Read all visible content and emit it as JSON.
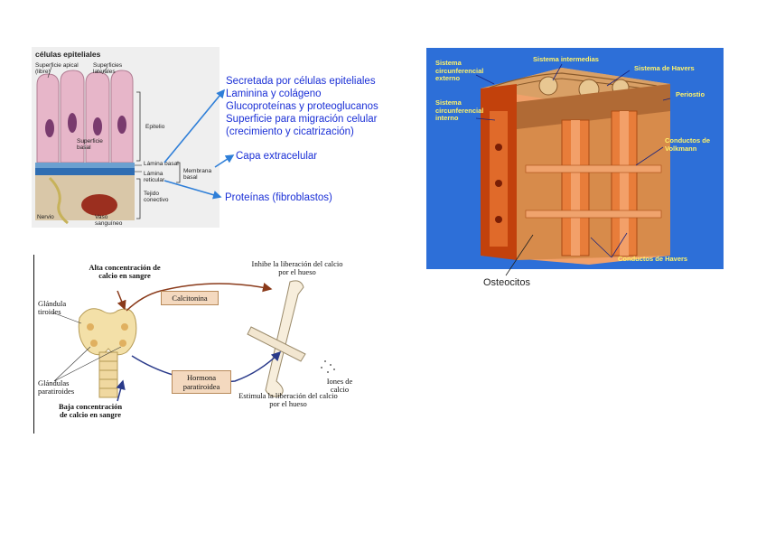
{
  "epithelial": {
    "title": "células epiteliales",
    "label_apical": "Superficie apical (libre)",
    "label_lateral": "Superficies laterales",
    "label_basal": "Superficie basal",
    "label_epitelio": "Epitelio",
    "label_lamina_basal": "Lámina basal",
    "label_lamina_reticular": "Lámina reticular",
    "label_membrana_basal": "Membrana basal",
    "label_tejido": "Tejido conectivo",
    "label_nervio": "Nervio",
    "label_vaso": "Vaso sanguíneo"
  },
  "annotations": {
    "line1": "Secretada por células epiteliales",
    "line2": "Laminina y colágeno",
    "line3": "Glucoproteínas y proteoglucanos",
    "line4": "Superficie para migración celular",
    "line5": "(crecimiento y cicatrización)",
    "capa": "Capa extracelular",
    "proteinas": "Proteínas (fibroblastos)"
  },
  "bone": {
    "circ_externo": "Sistema circunferencial externo",
    "intermedias": "Sistema intermedias",
    "havers": "Sistema de Havers",
    "circ_interno": "Sistema circunferencial interno",
    "periostio": "Periostio",
    "volkmann": "Conductos de Volkmann",
    "conductos_havers": "Conductos de Havers",
    "osteocitos": "Osteocitos",
    "colors": {
      "background": "#2d6fd8",
      "label": "#fff36a"
    }
  },
  "hormones": {
    "alta": "Alta concentración de calcio en sangre",
    "glandula_tiroides": "Glándula tiroides",
    "glandulas_paratiroides": "Glándulas paratiroides",
    "baja": "Baja concentración de calcio en sangre",
    "calcitonina": "Calcitonina",
    "hormona": "Hormona paratiroidea",
    "inhibe": "Inhibe la liberación del calcio por el hueso",
    "estimula": "Estimula la liberación del calcio por el hueso",
    "iones": "Iones de calcio"
  }
}
